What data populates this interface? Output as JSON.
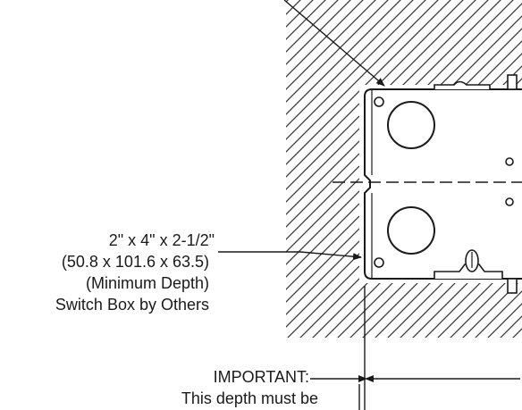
{
  "callout_box": {
    "lines": [
      "2\" x 4\" x 2-1/2\"",
      "(50.8 x 101.6 x 63.5)",
      "(Minimum Depth)",
      "Switch Box by Others"
    ]
  },
  "callout_important": {
    "title": "IMPORTANT:",
    "note": "This depth must be"
  }
}
